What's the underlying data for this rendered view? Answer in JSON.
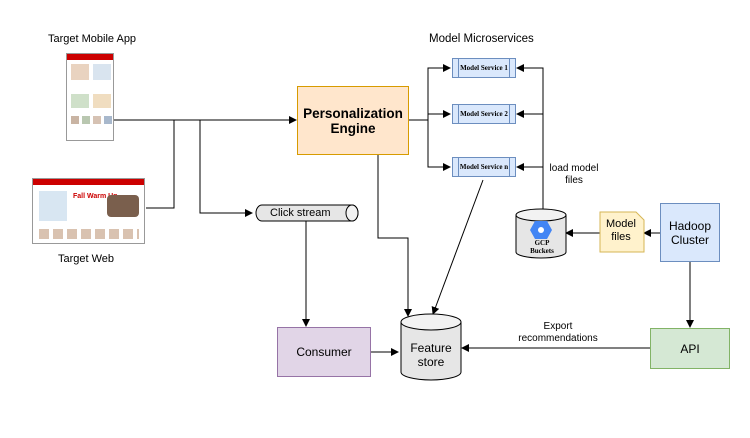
{
  "labels": {
    "mobile_app": "Target Mobile App",
    "web": "Target Web",
    "microservices_title": "Model Microservices",
    "personalization": "Personalization Engine",
    "model_service_1": "Model Service 1",
    "model_service_2": "Model Service 2",
    "model_service_n": "Model Service n",
    "click_stream": "Click stream",
    "load_model_files": "load model files",
    "gcp_buckets": "GCP Buckets",
    "model_files": "Model files",
    "hadoop": "Hadoop Cluster",
    "consumer": "Consumer",
    "feature_store": "Feature store",
    "export_recommendations": "Export recommendations",
    "api": "API",
    "web_banner": "Fall Warm Up"
  },
  "colors": {
    "personalization_fill": "#ffe6cc",
    "personalization_border": "#d79b00",
    "service_fill": "#dae8fc",
    "consumer_fill": "#e1d5e7",
    "consumer_border": "#9673a6",
    "api_fill": "#d5e8d4",
    "api_border": "#82b366",
    "model_files_fill": "#fff2cc",
    "model_files_border": "#d6b656",
    "brand_red": "#cc0000"
  }
}
